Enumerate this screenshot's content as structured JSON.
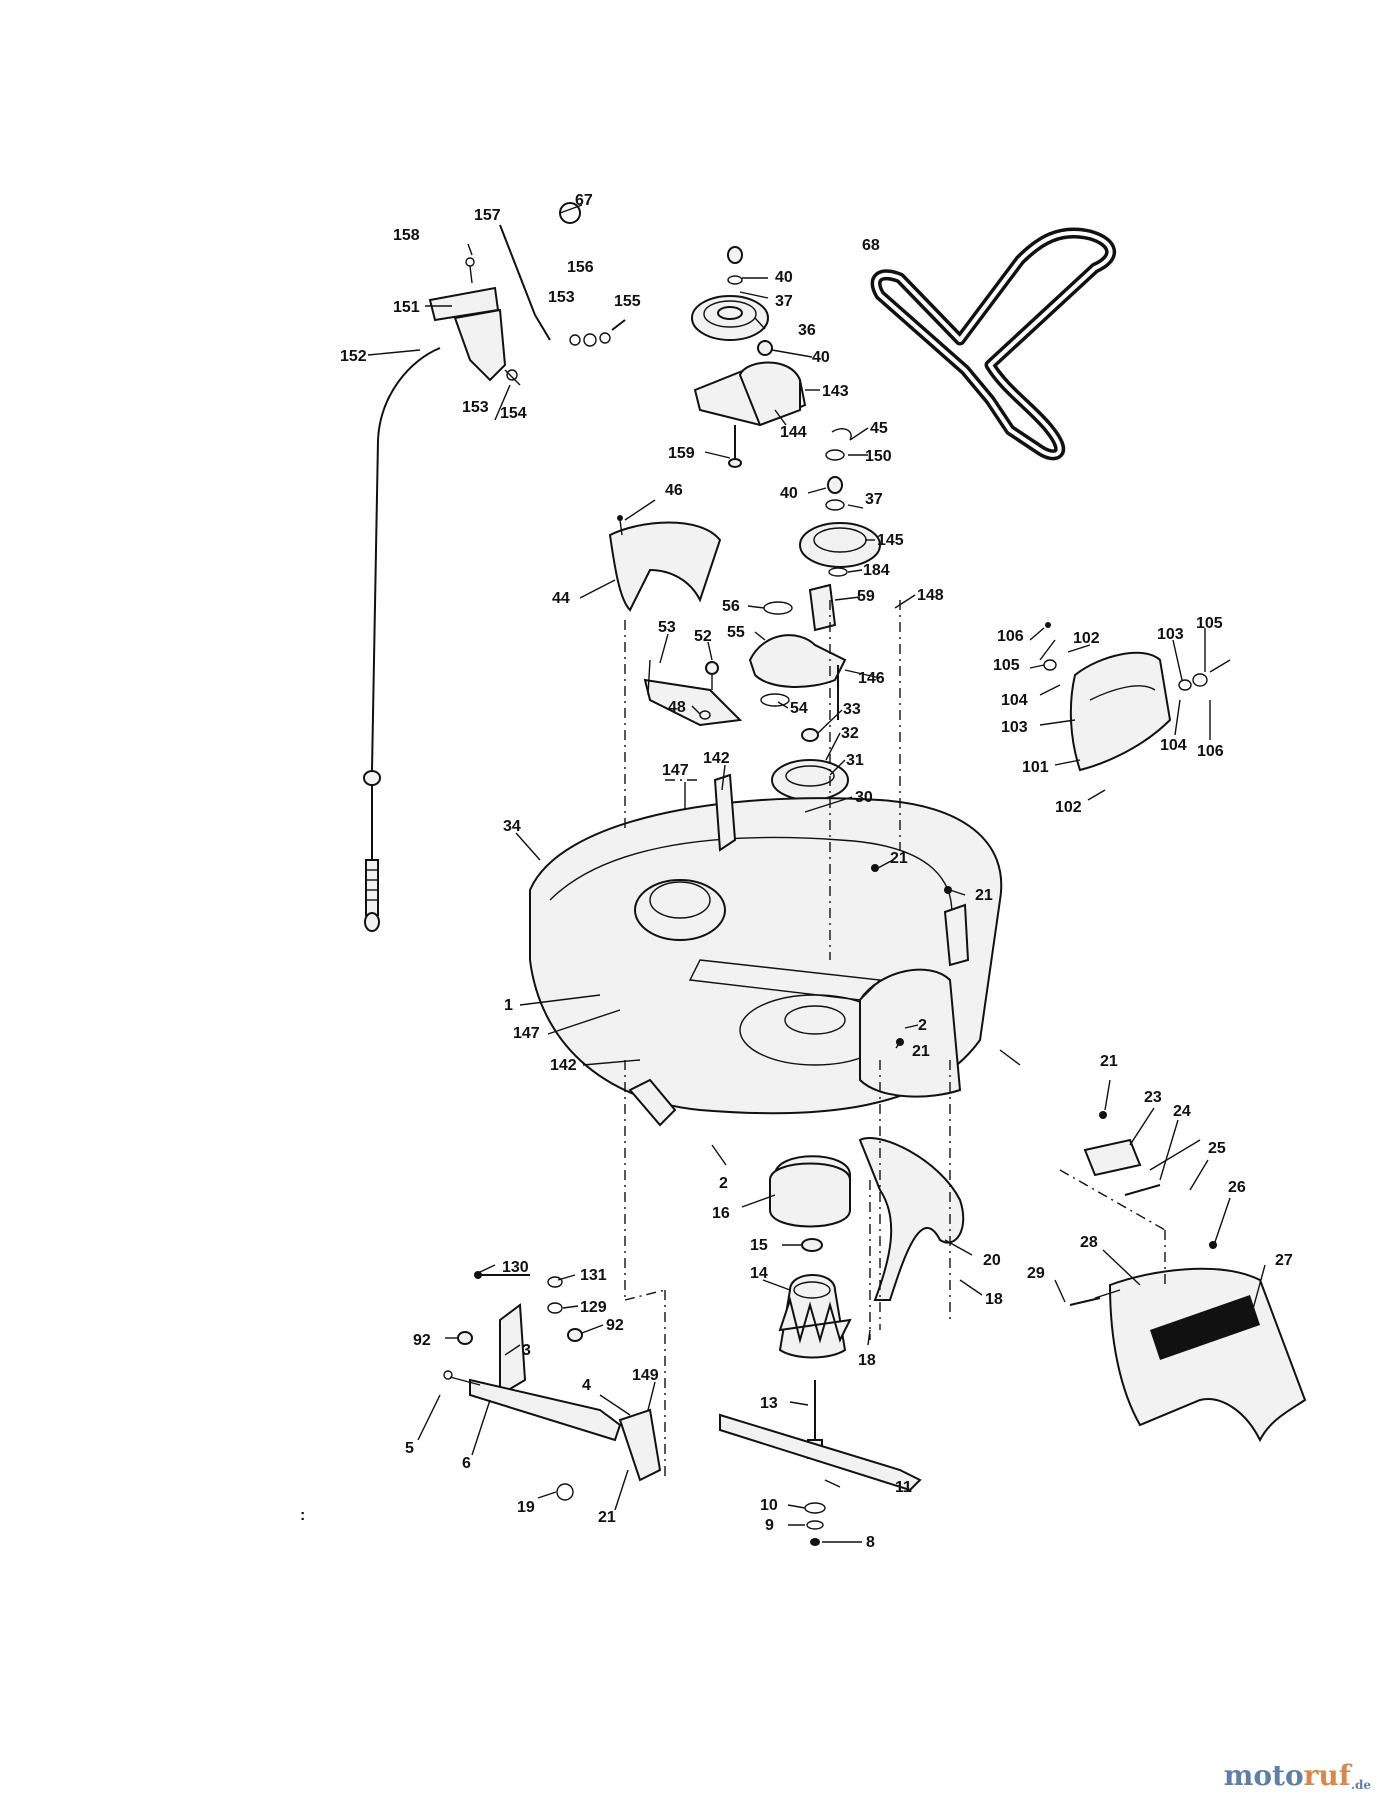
{
  "watermark": {
    "part1": "moto",
    "part2": "ruf",
    "suffix": ".de"
  },
  "part_numbers": [
    "67",
    "157",
    "158",
    "156",
    "153",
    "155",
    "151",
    "152",
    "153",
    "154",
    "40",
    "37",
    "36",
    "40",
    "143",
    "144",
    "159",
    "68",
    "45",
    "150",
    "40",
    "37",
    "145",
    "184",
    "59",
    "148",
    "46",
    "44",
    "56",
    "55",
    "53",
    "52",
    "146",
    "48",
    "54",
    "33",
    "32",
    "31",
    "30",
    "147",
    "142",
    "106",
    "102",
    "103",
    "105",
    "105",
    "104",
    "103",
    "101",
    "102",
    "104",
    "106",
    "34",
    "21",
    "21",
    "1",
    "147",
    "2",
    "21",
    "142",
    "2",
    "16",
    "15",
    "20",
    "18",
    "18",
    "14",
    "130",
    "131",
    "129",
    "92",
    "92",
    "3",
    "21",
    "23",
    "24",
    "25",
    "26",
    "28",
    "29",
    "27",
    "4",
    "149",
    "5",
    "6",
    "13",
    "11",
    "19",
    "21",
    "10",
    "9",
    "8"
  ],
  "colors": {
    "line": "#111111",
    "watermark_blue": "#5f7fa6",
    "watermark_orange": "#d9874a"
  }
}
